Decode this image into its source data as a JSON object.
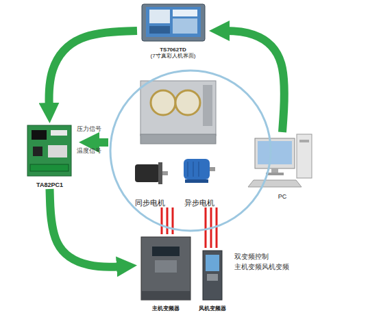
{
  "diagram": {
    "nodes": [
      {
        "text": [
          "TS7062TD",
          "(7寸真彩人机界面)"
        ]
      },
      {
        "text": [
          "TA82PC1"
        ]
      },
      {
        "text": [
          "PC"
        ]
      },
      {
        "text": []
      },
      {
        "text": [
          "同步电机"
        ],
        "in": 3
      },
      {
        "text": [
          "异步电机"
        ],
        "in": 3
      },
      {
        "text": [
          "主机变频器"
        ]
      },
      {
        "text": [
          "风机变频器"
        ]
      }
    ],
    "edges": [
      {
        "from": 0,
        "to": 1,
        "arrow": "to"
      },
      {
        "from": 2,
        "to": 0,
        "arrow": "to"
      },
      {
        "from": 1,
        "to": 6,
        "arrow": "to"
      },
      {
        "from": 3,
        "to": 1,
        "arrow": "to"
      },
      {
        "from": 6,
        "to": 4,
        "arrow": "none"
      },
      {
        "from": 7,
        "to": 5,
        "arrow": "none"
      }
    ],
    "labels": [
      "压力信号",
      "温度信号",
      "双变频控制 主机变频风机变频"
    ]
  }
}
